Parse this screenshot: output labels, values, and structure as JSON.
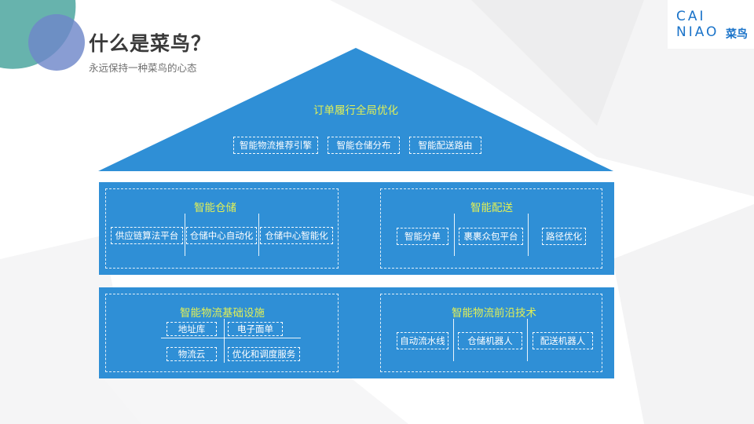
{
  "slide": {
    "title": "什么是菜鸟？",
    "subtitle": "永远保持一种菜鸟的心态"
  },
  "logo": {
    "line1": "CAI",
    "line2": "NIAO",
    "cn": "菜鸟",
    "color": "#1a73c9"
  },
  "colors": {
    "primary": "#2f8fd6",
    "heading": "#e2f055",
    "text": "#ffffff"
  },
  "roof": {
    "heading": "订单履行全局优化",
    "items": [
      "智能物流推荐引擎",
      "智能仓储分布",
      "智能配送路由"
    ]
  },
  "warehouse": {
    "heading": "智能仓储",
    "items": [
      "供应链算法平台",
      "仓储中心自动化",
      "仓储中心智能化"
    ]
  },
  "delivery": {
    "heading": "智能配送",
    "items": [
      "智能分单",
      "裹裹众包平台",
      "路径优化"
    ]
  },
  "infrastructure": {
    "heading": "智能物流基础设施",
    "items": [
      "地址库",
      "电子面单",
      "物流云",
      "优化和调度服务"
    ]
  },
  "frontier": {
    "heading": "智能物流前沿技术",
    "items": [
      "自动流水线",
      "仓储机器人",
      "配送机器人"
    ]
  }
}
